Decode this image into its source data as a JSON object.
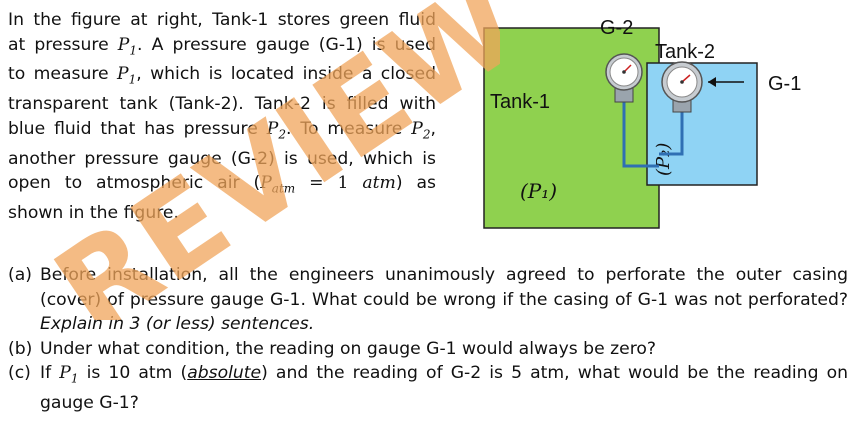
{
  "intro": {
    "l1": "In the figure at right, Tank-1 stores green fluid",
    "l2_a": "at pressure ",
    "l2_var": "P",
    "l2_sub": "1",
    "l2_b": ". A pressure gauge (G-1) is used",
    "l3_a": "to measure ",
    "l3_var": "P",
    "l3_sub": "1",
    "l3_b": ", which is located inside a closed",
    "l4": "transparent tank (Tank-2). Tank-2 is filled with",
    "l5_a": "blue fluid that has pressure ",
    "l5_var": "P",
    "l5_sub": "2",
    "l5_b": ". To measure ",
    "l5_var2": "P",
    "l5_sub2": "2",
    "l5_c": ",",
    "l6": "another pressure gauge (G-2) is used, which is",
    "l7_a": "open to atmospheric air (",
    "l7_var": "P",
    "l7_sub": "atm",
    "l7_eq": " = 1 ",
    "l7_unit": "atm",
    "l7_b": ") as",
    "l8": "shown in the figure."
  },
  "figure": {
    "tank1_label": "Tank-1",
    "tank1_pressure": "(P₁)",
    "tank2_label": "Tank-2",
    "tank2_pressure": "(P₂)",
    "gauge2_label": "G-2",
    "gauge1_label": "G-1",
    "colors": {
      "tank1_fill": "#8fd14f",
      "tank2_fill": "#8fd3f4",
      "outline": "#222222",
      "pipe": "#2f6fb3"
    }
  },
  "questions": [
    {
      "label": "(a)",
      "text": "Before installation, all the engineers unanimously agreed to perforate the outer casing (cover) of pressure gauge G-1. What could be wrong if the casing of G-1 was not perforated? ",
      "italic_text": "Explain in 3 (or less) sentences."
    },
    {
      "label": "(b)",
      "text": "Under what condition, the reading on gauge G-1 would always be zero?"
    },
    {
      "label": "(c)",
      "text_a": "If ",
      "var": "P",
      "sub": "1",
      "text_b": " is 10 atm (",
      "underlined": "absolute",
      "text_c": ") and the reading of G-2 is 5 atm, what would be the reading on gauge G-1?"
    }
  ],
  "watermark": {
    "text": "REVIEW",
    "color": "#f0a45a"
  }
}
